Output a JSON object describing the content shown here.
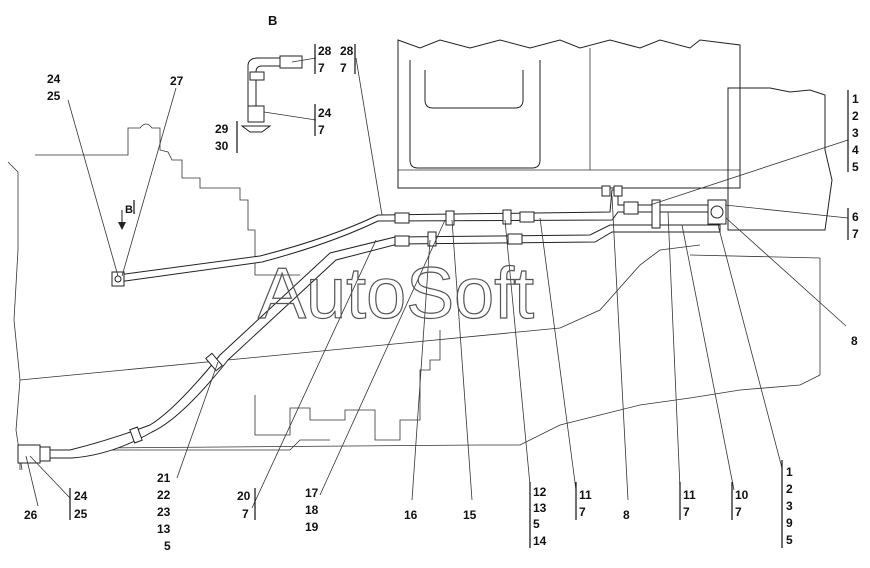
{
  "view_label": "B",
  "view_arrow_label": "B",
  "watermark": "AutoSoft",
  "callouts": {
    "c_24_25_top": [
      "24",
      "25"
    ],
    "c_27": [
      "27"
    ],
    "c_28_7_inset": [
      "28",
      "7"
    ],
    "c_28_7": [
      "28",
      "7"
    ],
    "c_24_7_inset": [
      "24",
      "7"
    ],
    "c_29_30": [
      "29",
      "30"
    ],
    "c_1_2_3_4_5": [
      "1",
      "2",
      "3",
      "4",
      "5"
    ],
    "c_6_7": [
      "6",
      "7"
    ],
    "c_8_right": [
      "8"
    ],
    "c_26": [
      "26"
    ],
    "c_24_25_bottom": [
      "24",
      "25"
    ],
    "c_21_22_23_13_5": [
      "21",
      "22",
      "23",
      "13",
      "5"
    ],
    "c_20_7": [
      "20",
      "7"
    ],
    "c_17_18_19": [
      "17",
      "18",
      "19"
    ],
    "c_16": [
      "16"
    ],
    "c_15": [
      "15"
    ],
    "c_12_13_5_14": [
      "12",
      "13",
      "5",
      "14"
    ],
    "c_11_7_a": [
      "11",
      "7"
    ],
    "c_8_bottom": [
      "8"
    ],
    "c_11_7_b": [
      "11",
      "7"
    ],
    "c_10_7": [
      "10",
      "7"
    ],
    "c_1_2_3_9_5": [
      "1",
      "2",
      "3",
      "9",
      "5"
    ]
  }
}
